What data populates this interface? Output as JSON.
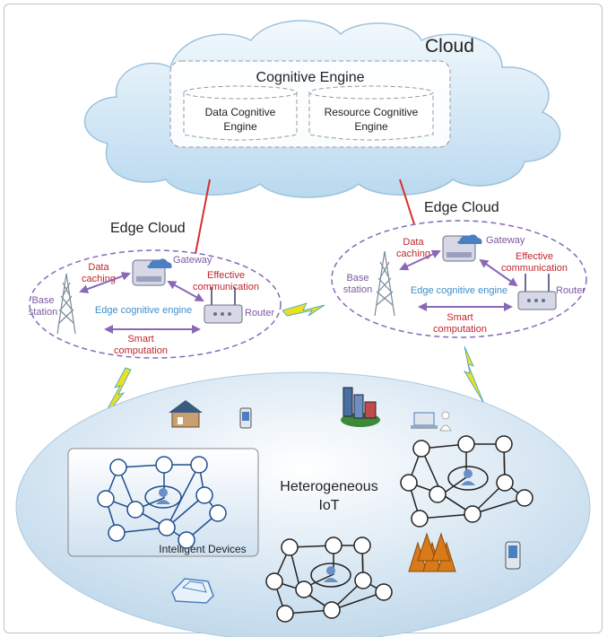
{
  "cloud": {
    "title": "Cloud",
    "engine_title": "Cognitive Engine",
    "data_engine": [
      "Data Cognitive",
      "Engine"
    ],
    "resource_engine": [
      "Resource Cognitive",
      "Engine"
    ]
  },
  "edge_left": {
    "title": "Edge Cloud",
    "data_caching": [
      "Data",
      "caching"
    ],
    "gateway": "Gateway",
    "effective": [
      "Effective",
      "communication"
    ],
    "base_station": [
      "Base",
      "station"
    ],
    "engine": "Edge cognitive engine",
    "router": "Router",
    "smart": [
      "Smart",
      "computation"
    ]
  },
  "edge_right": {
    "title": "Edge Cloud",
    "data_caching": [
      "Data",
      "caching"
    ],
    "gateway": "Gateway",
    "effective": [
      "Effective",
      "communication"
    ],
    "base_station": [
      "Base",
      "station"
    ],
    "engine": "Edge cognitive engine",
    "router": "Router",
    "smart": [
      "Smart",
      "computation"
    ]
  },
  "iot": {
    "title": [
      "Heterogeneous",
      "IoT"
    ],
    "devices_label": "Intelligent Devices"
  },
  "colors": {
    "red_label": "#c0262c",
    "purple_label": "#7b5aa0",
    "blue_label": "#3f8fc9",
    "arrow": "#8a68b8",
    "link_red": "#d52f2f",
    "lightning": "#e8e020",
    "node_blue": "#1f4d8c"
  }
}
